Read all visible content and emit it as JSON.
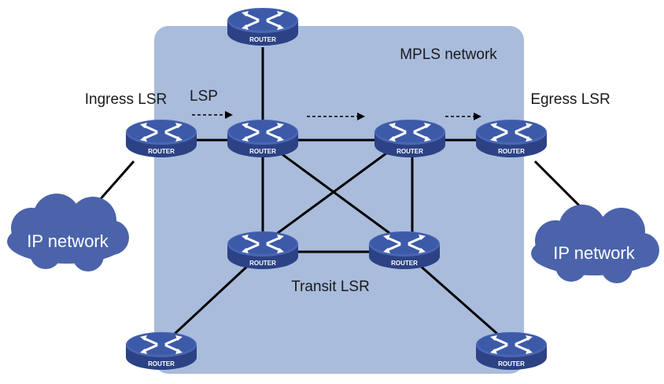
{
  "labels": {
    "mpls_network": "MPLS network",
    "ingress": "Ingress LSR",
    "egress": "Egress LSR",
    "lsp": "LSP",
    "transit": "Transit LSR",
    "cloud_left": "IP network",
    "cloud_right": "IP network"
  },
  "router_label": "ROUTER",
  "colors": {
    "mpls_region": "#a9bcdc",
    "router_top": "#3d5aa8",
    "router_side": "#2c4285",
    "cloud": "#4a63aa",
    "link": "#000000"
  },
  "icons": {
    "router": "router-icon",
    "cloud": "cloud-icon",
    "arrow": "dashed-arrow-icon"
  }
}
